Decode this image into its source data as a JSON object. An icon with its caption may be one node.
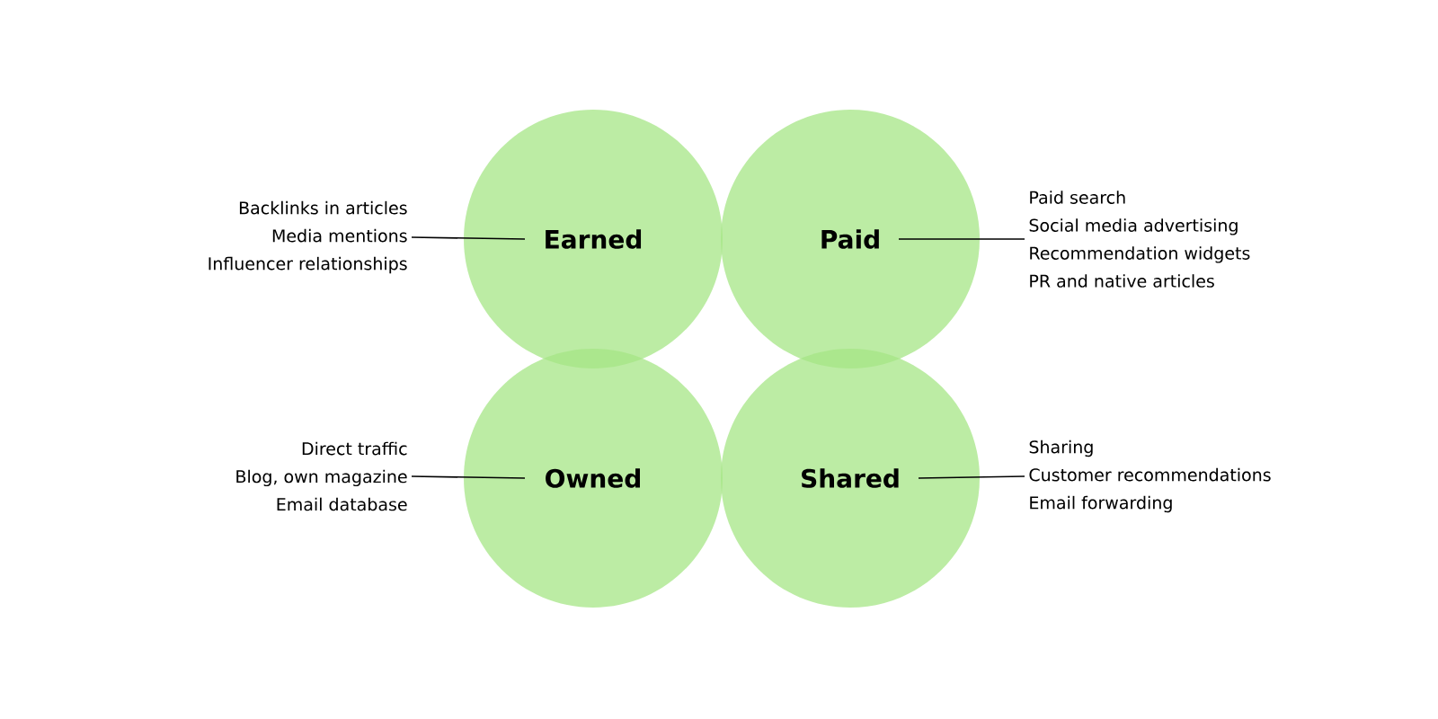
{
  "diagram": {
    "nodes": [
      {
        "text": [
          "Earned"
        ]
      },
      {
        "text": [
          "Paid"
        ]
      },
      {
        "text": [
          "Owned"
        ]
      },
      {
        "text": [
          "Shared"
        ]
      },
      {
        "text": [
          "Backlinks in articles",
          "Media mentions",
          "Influencer relationships"
        ]
      },
      {
        "text": [
          "Paid search",
          "Social media advertising",
          "Recommendation widgets",
          "PR and native articles"
        ]
      },
      {
        "text": [
          "Direct traffic",
          "Blog, own magazine",
          "Email database"
        ]
      },
      {
        "text": [
          "Sharing",
          "Customer recommendations",
          "Email forwarding"
        ]
      }
    ],
    "edges": [
      {
        "from": 4,
        "to": 0,
        "arrow": "none"
      },
      {
        "from": 5,
        "to": 1,
        "arrow": "none"
      },
      {
        "from": 6,
        "to": 2,
        "arrow": "none"
      },
      {
        "from": 7,
        "to": 3,
        "arrow": "none"
      }
    ]
  }
}
